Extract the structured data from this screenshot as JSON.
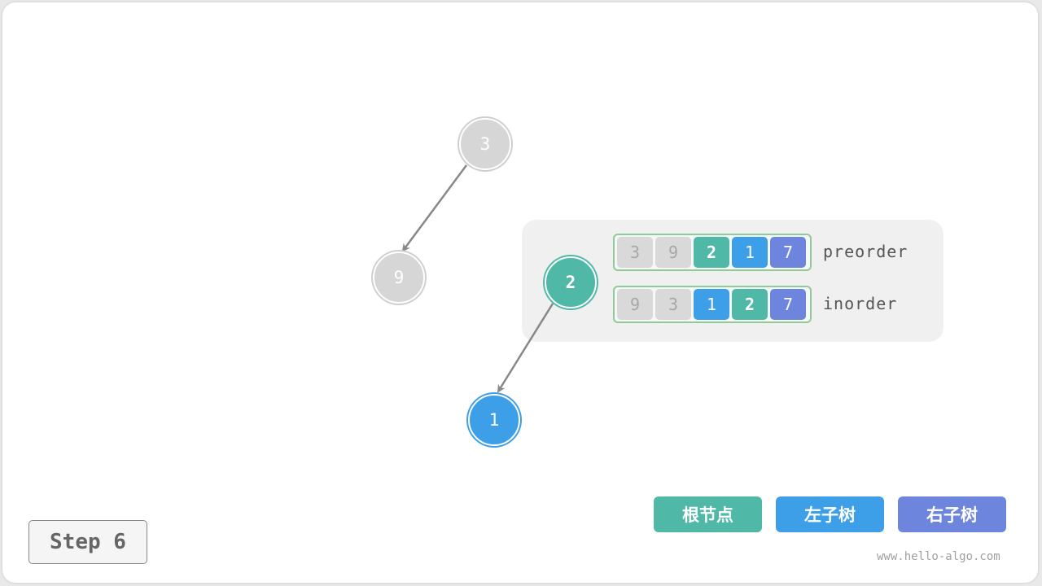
{
  "tree": {
    "nodes": [
      {
        "id": "n3",
        "value": "3",
        "state": "done"
      },
      {
        "id": "n9",
        "value": "9",
        "state": "done"
      },
      {
        "id": "n2",
        "value": "2",
        "state": "root"
      },
      {
        "id": "n1",
        "value": "1",
        "state": "left"
      }
    ],
    "edges": [
      {
        "from": "3",
        "to": "9"
      },
      {
        "from": "2",
        "to": "1"
      }
    ]
  },
  "arrays": {
    "preorder": {
      "label": "preorder",
      "cells": [
        "3",
        "9",
        "2",
        "1",
        "7"
      ],
      "roles": [
        "done",
        "done",
        "root",
        "left",
        "right"
      ]
    },
    "inorder": {
      "label": "inorder",
      "cells": [
        "9",
        "3",
        "1",
        "2",
        "7"
      ],
      "roles": [
        "done",
        "done",
        "left",
        "root",
        "right"
      ]
    }
  },
  "legend": {
    "root": "根节点",
    "left_subtree": "左子树",
    "right_subtree": "右子树"
  },
  "step_label": "Step 6",
  "watermark": "www.hello-algo.com",
  "colors": {
    "root": "#4fb8a6",
    "left": "#3d9fe8",
    "right": "#6d85dc",
    "done": "#d6d6d6",
    "array_border": "#8fcb94"
  }
}
